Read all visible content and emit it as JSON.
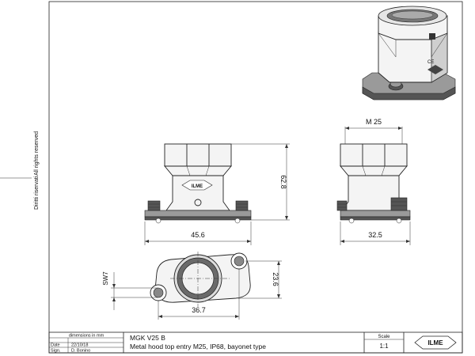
{
  "side_note": {
    "line1": "Diritti riservati",
    "line2": "All rights reserved"
  },
  "dimensions": {
    "front_width": "45.6",
    "front_height": "62.8",
    "side_width": "32.5",
    "side_thread": "M 25",
    "top_width": "36.7",
    "top_height": "23.6",
    "wrench": "SW7"
  },
  "title_block": {
    "units_note": "dimensions in mm",
    "date_label": "Date",
    "date_value": "22/10/18",
    "sign_label": "Sign.",
    "sign_value": "D. Bonino",
    "product_code": "MGK V25 B",
    "product_desc": "Metal hood top entry M25, IP68, bayonet type",
    "scale_label": "Scale",
    "scale_value": "1:1",
    "logo_text": "ILME"
  },
  "logo_text_small": "ILME",
  "colors": {
    "line": "#222222",
    "paper": "#ffffff"
  }
}
